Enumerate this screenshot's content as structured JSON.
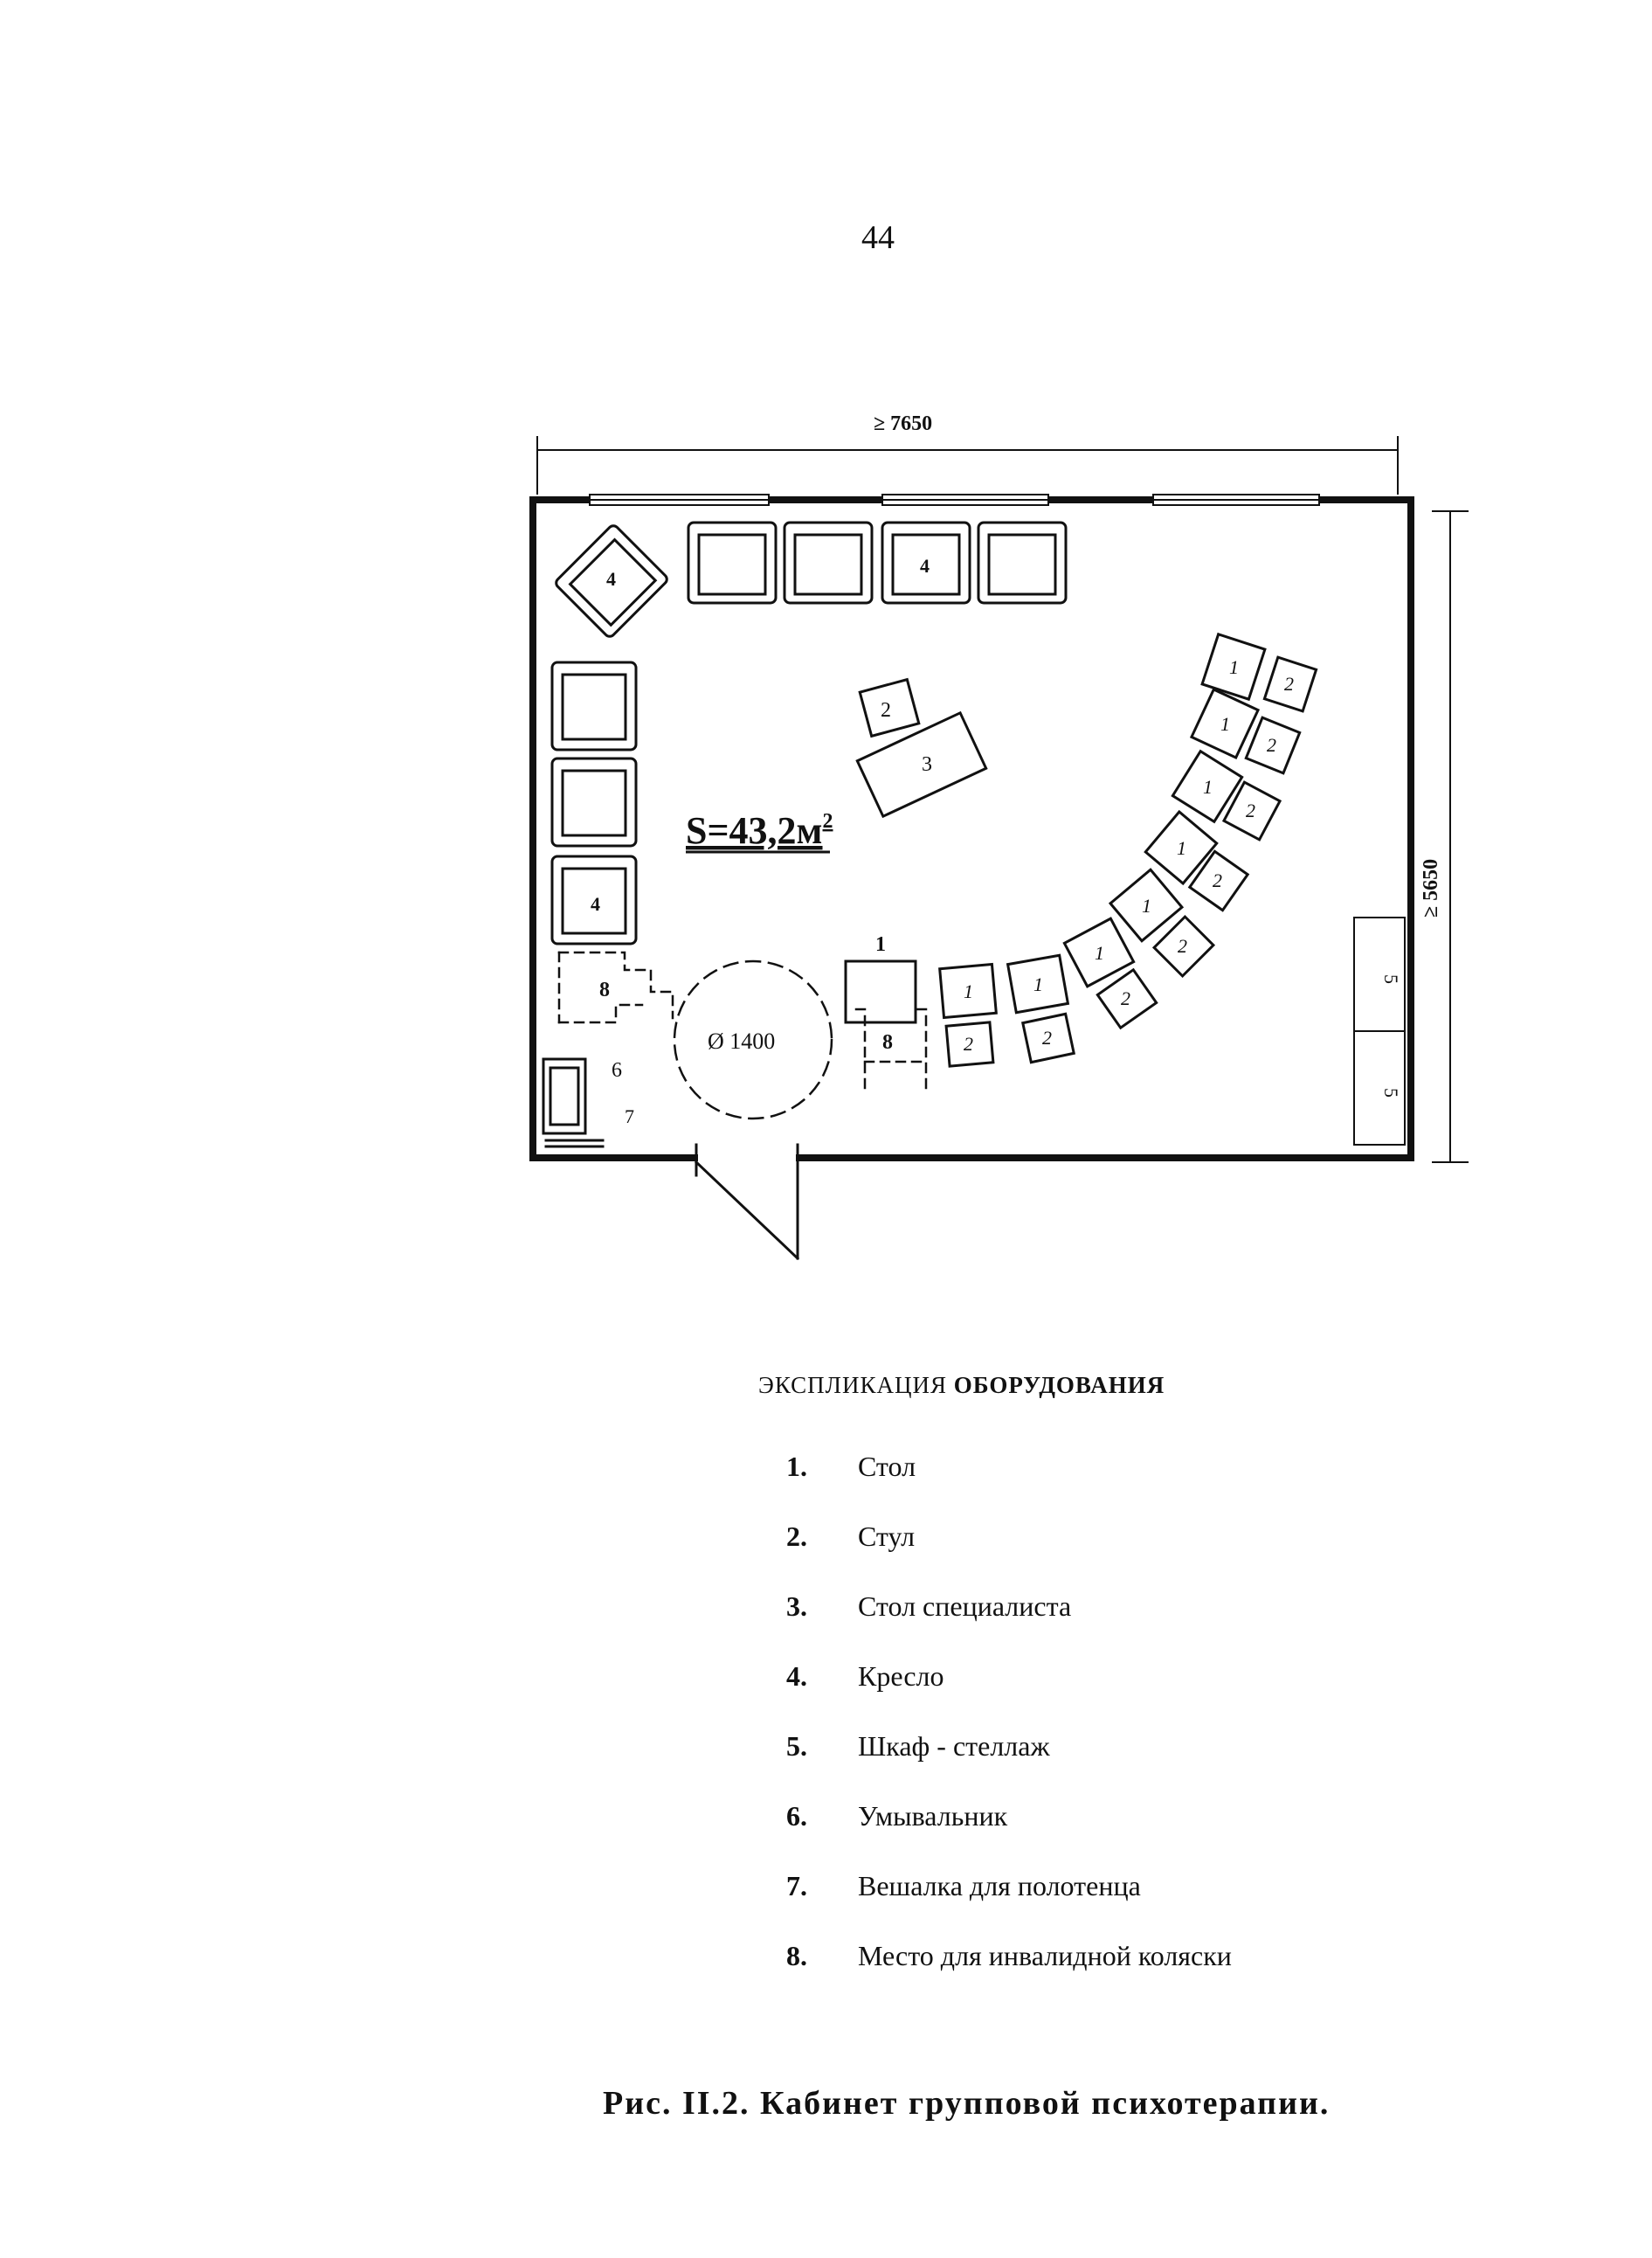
{
  "page_number": "44",
  "plan": {
    "width_dim": "≥ 7650",
    "height_dim": "≥ 5650",
    "area": "S=43,2м",
    "area_sup": "2",
    "round_table": "Ø 1400",
    "marks": {
      "table": "1",
      "chair": "2",
      "specialist_desk": "3",
      "armchair": "4",
      "cabinet": "5",
      "washbasin": "6",
      "towel_rack": "7",
      "wheelchair": "8"
    }
  },
  "legend": {
    "title_part1": "ЭКСПЛИКАЦИЯ",
    "title_part2": " ОБОРУДОВАНИЯ",
    "items": [
      {
        "num": "1.",
        "label": "Стол"
      },
      {
        "num": "2.",
        "label": "Стул"
      },
      {
        "num": "3.",
        "label": "Стол специалиста"
      },
      {
        "num": "4.",
        "label": "Кресло"
      },
      {
        "num": "5.",
        "label": "Шкаф - стеллаж"
      },
      {
        "num": "6.",
        "label": "Умывальник"
      },
      {
        "num": "7.",
        "label": "Вешалка для полотенца"
      },
      {
        "num": "8.",
        "label": "Место для инвалидной коляски"
      }
    ]
  },
  "caption": "Рис. II.2.  Кабинет групповой психотерапии."
}
